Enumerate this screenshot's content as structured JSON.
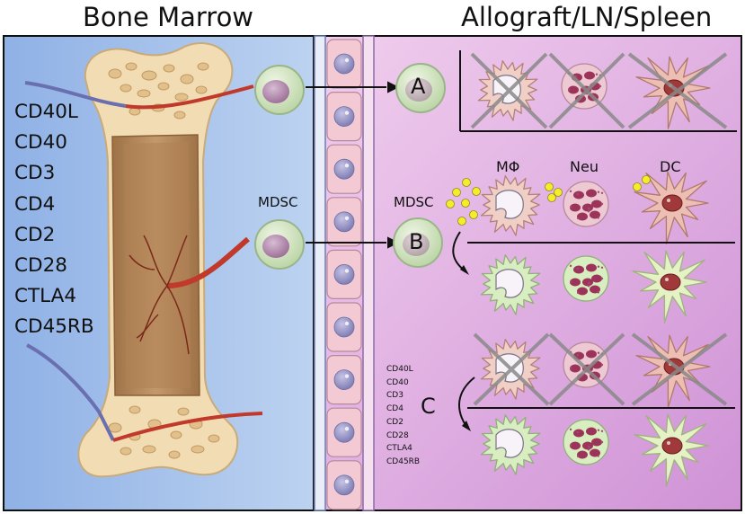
{
  "titles": {
    "left": "Bone Marrow",
    "right": "Allograft/LN/Spleen"
  },
  "markers": [
    "CD40L",
    "CD40",
    "CD3",
    "CD4",
    "CD2",
    "CD28",
    "CTLA4",
    "CD45RB"
  ],
  "markers_small": [
    "CD40L",
    "CD40",
    "CD3",
    "CD4",
    "CD2",
    "CD28",
    "CTLA4",
    "CD45RB"
  ],
  "labels": {
    "mdsc_left": "MDSC",
    "mdsc_right": "MDSC",
    "panel_a": "A",
    "panel_b": "B",
    "panel_c": "C",
    "macrophage": "MΦ",
    "neutrophil": "Neu",
    "dendritic": "DC"
  },
  "colors": {
    "bone_marrow_bg": "#a9c4ea",
    "tissue_bg": "#e2b4e4",
    "bone": "#f2dcb3",
    "marrow": "#b88a5e",
    "mdsc_cell": "#dfeccc",
    "mdsc_nucleus": "#b893b3",
    "endothelium": "#f3c9d3",
    "endothelial_nucleus": "#a6a4cf",
    "activated_cell": "#f0cfc7",
    "suppressed_cell": "#d8eec0",
    "neutrophil_granule": "#9c3459",
    "cytokine": "#f7ec28",
    "artery": "#c0392b",
    "vein": "#6a6fb0"
  }
}
